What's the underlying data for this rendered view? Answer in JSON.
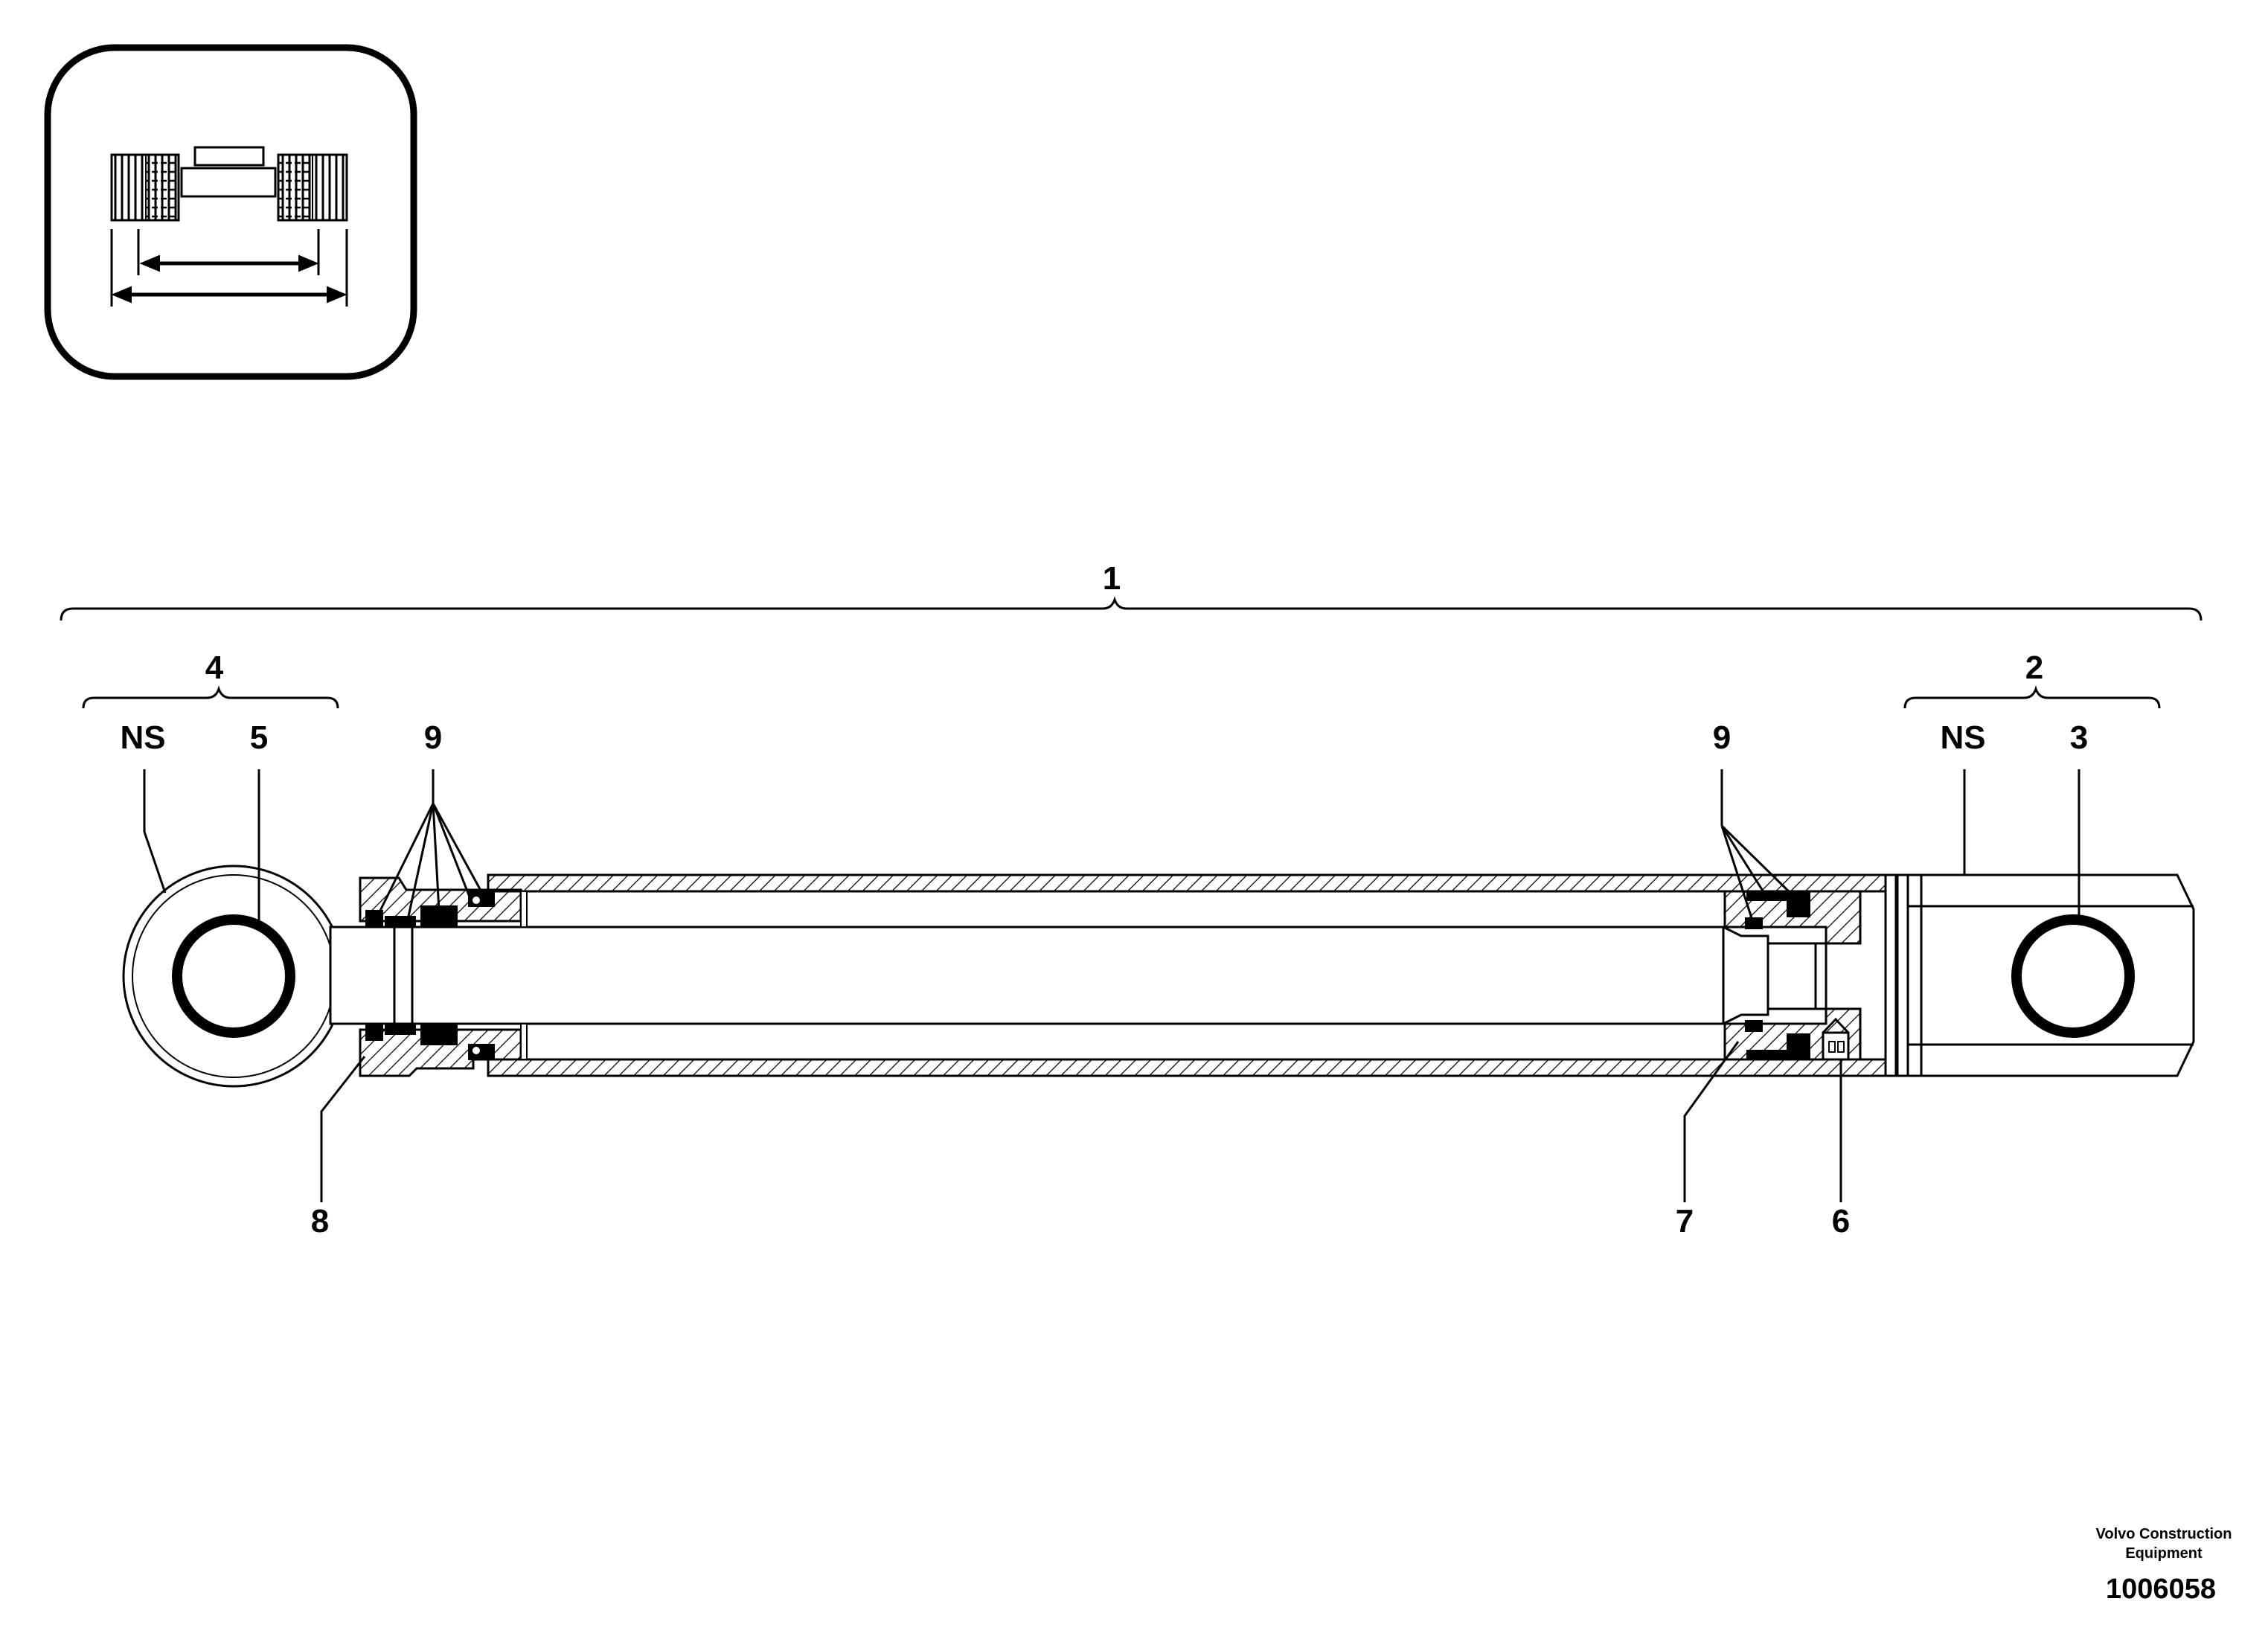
{
  "callouts": {
    "c1": "1",
    "c2": "2",
    "c3": "3",
    "c4": "4",
    "c5": "5",
    "c6": "6",
    "c7": "7",
    "c8": "8",
    "c9_left": "9",
    "c9_right": "9",
    "ns_left": "NS",
    "ns_right": "NS"
  },
  "footer": {
    "brand_line1": "Volvo Construction",
    "brand_line2": "Equipment",
    "doc_number": "1006058"
  },
  "icons": {
    "inset": "cylinder-length-measure-icon"
  }
}
